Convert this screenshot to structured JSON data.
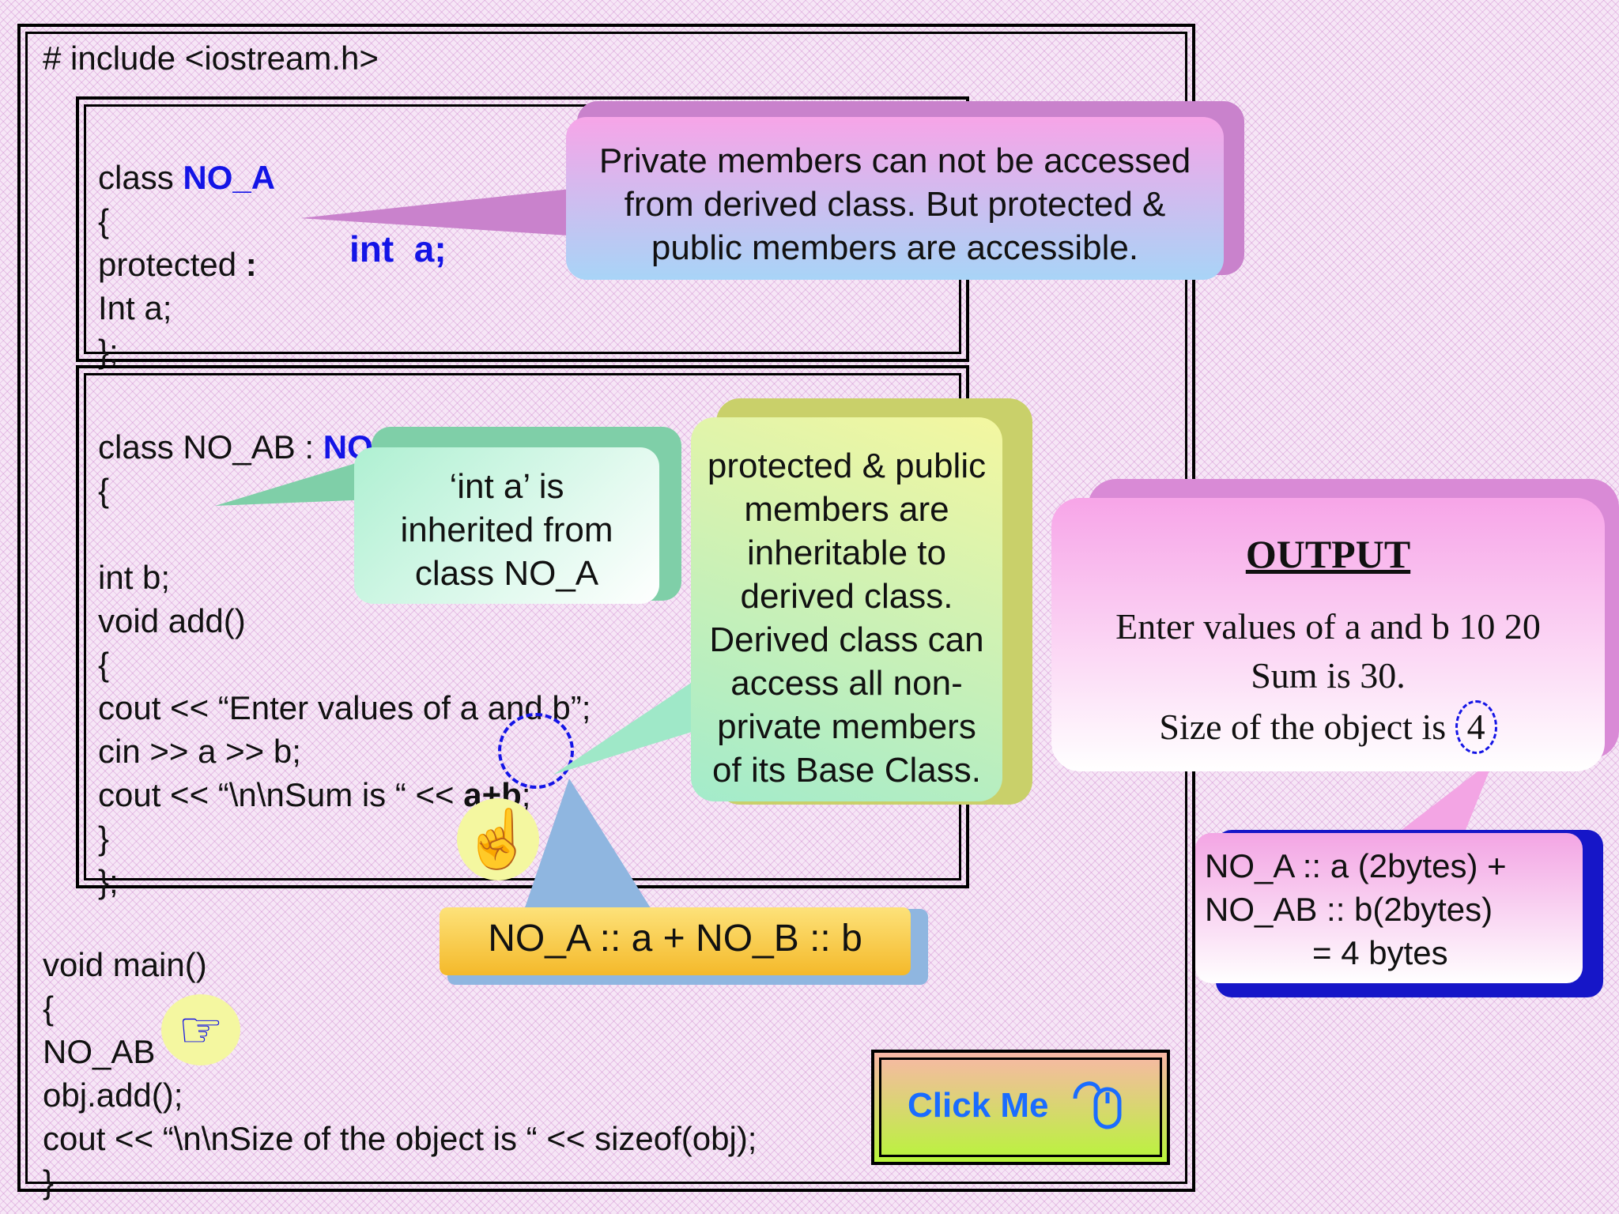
{
  "code": {
    "include": "# include <iostream.h>",
    "class_a": {
      "line1_prefix": "class ",
      "line1_name": "NO_A",
      "line2": "{",
      "line3": "protected ",
      "line3_colon": ":",
      "line4": "Int a;",
      "line5": "};"
    },
    "class_ab": {
      "line1_prefix": "class NO_AB : ",
      "line1_base": "NO_A",
      "line2": "{",
      "line3": "int b;",
      "line4": "void add()",
      "line5": "{",
      "line6": "cout << “Enter values of a and b”;",
      "line7": "cin >> a >> b;",
      "line8_prefix": "cout << “\\n\\nSum is “ << ",
      "line8_expr": "a+b",
      "line8_end": ";",
      "line9": "}",
      "line10": "};"
    },
    "main": {
      "line1": "void main()",
      "line2": "{",
      "line3": "NO_AB",
      "line4": "obj.add();",
      "line5": "cout << “\\n\\nSize of the object is “ << sizeof(obj);",
      "line6": "}"
    },
    "inherited_label": "int  a;"
  },
  "callouts": {
    "private_note": [
      "Private members can not be accessed",
      "from derived class. But protected &",
      "public members are accessible."
    ],
    "inherited_note": [
      "‘int a’ is",
      "inherited from",
      "class NO_A"
    ],
    "inheritable_note": [
      "protected & public",
      "members are",
      "inheritable to",
      "derived class.",
      "Derived class can",
      "access all non-",
      "private members",
      "of its Base Class."
    ],
    "sum_note": "NO_A :: a + NO_B :: b",
    "size_note": [
      "NO_A :: a (2bytes) +",
      "NO_AB :: b(2bytes)",
      "= 4 bytes"
    ]
  },
  "output": {
    "title": "OUTPUT",
    "line1": "Enter values of a and b 10 20",
    "line2": "Sum is 30.",
    "line3_prefix": "Size of the object is ",
    "line3_value": "4"
  },
  "button": {
    "label": "Click Me",
    "icon": "mouse-icon"
  },
  "icons": [
    "pointing-up-hand-icon",
    "pointing-right-hand-icon"
  ],
  "colors": {
    "code_keyword": "#1414e6",
    "button_text": "#1a6cff"
  }
}
